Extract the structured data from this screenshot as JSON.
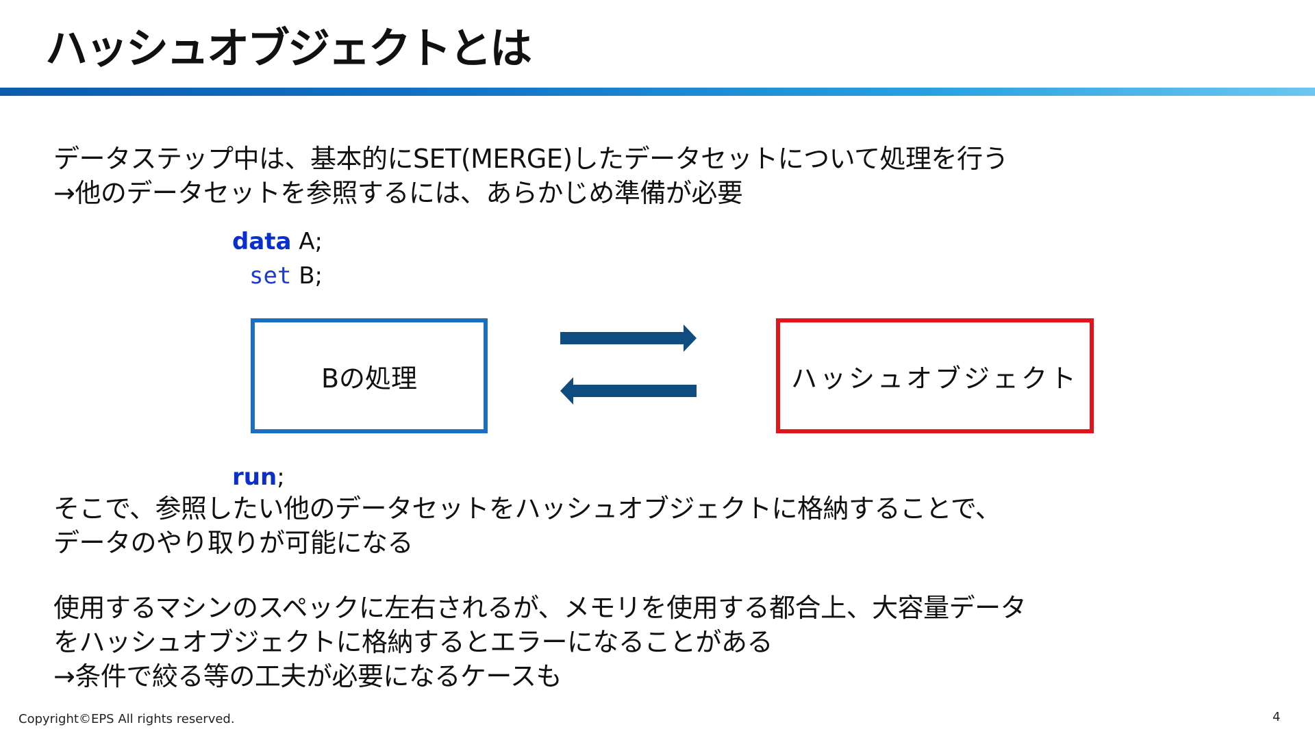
{
  "title": "ハッシュオブジェクトとは",
  "paragraph1": {
    "line1": "データステップ中は、基本的にSET(MERGE)したデータセットについて処理を行う",
    "line2": "→他のデータセットを参照するには、あらかじめ準備が必要"
  },
  "code": {
    "data_keyword": "data",
    "data_name": " A;",
    "set_keyword": "set",
    "set_name": " B;",
    "run_keyword": "run",
    "run_end": ";"
  },
  "diagram": {
    "left_box": "Bの処理",
    "right_box": "ハッシュオブジェクト",
    "arrow_color": "#0f4c7f",
    "left_box_border": "#1a6fbf",
    "right_box_border": "#e5141b"
  },
  "paragraph2": {
    "line1": "そこで、参照したい他のデータセットをハッシュオブジェクトに格納することで、",
    "line2": "データのやり取りが可能になる"
  },
  "paragraph3": {
    "line1": "使用するマシンのスペックに左右されるが、メモリを使用する都合上、大容量データ",
    "line2": "をハッシュオブジェクトに格納するとエラーになることがある",
    "line3": "→条件で絞る等の工夫が必要になるケースも"
  },
  "footer": {
    "copyright": "Copyright©EPS All rights reserved.",
    "page_number": "4"
  }
}
